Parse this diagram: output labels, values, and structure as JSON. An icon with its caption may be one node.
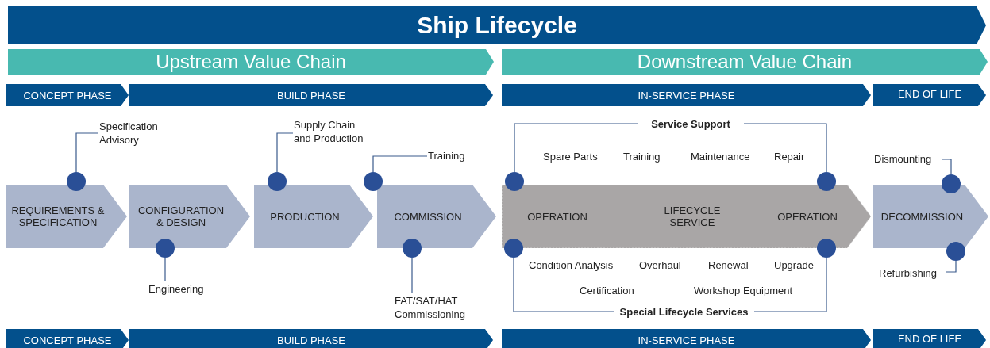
{
  "diagram": {
    "nodes": [
      {
        "text": [
          "Ship Lifecycle"
        ]
      },
      {
        "text": [
          "Upstream Value Chain"
        ]
      },
      {
        "text": [
          "Downstream Value Chain"
        ]
      },
      {
        "text": [
          "CONCEPT PHASE"
        ]
      },
      {
        "text": [
          "BUILD PHASE"
        ]
      },
      {
        "text": [
          "IN-SERVICE PHASE"
        ]
      },
      {
        "text": [
          "END OF LIFE"
        ]
      },
      {
        "text": [
          "Specification Advisory"
        ]
      },
      {
        "text": [
          "Supply Chain and Production"
        ]
      },
      {
        "text": [
          "Training"
        ]
      },
      {
        "text": [
          "Service Support"
        ]
      },
      {
        "text": [
          "Dismounting"
        ]
      },
      {
        "text": [],
        "shape": "circle"
      },
      {
        "text": [],
        "shape": "circle"
      },
      {
        "text": [],
        "shape": "circle"
      },
      {
        "text": [],
        "shape": "circle"
      },
      {
        "text": [],
        "shape": "circle"
      },
      {
        "text": [],
        "shape": "circle"
      },
      {
        "text": [
          "REQUIREMENTS & SPECIFICATION"
        ]
      },
      {
        "text": [
          "CONFIGURATION & DESIGN"
        ]
      },
      {
        "text": [
          "PRODUCTION"
        ]
      },
      {
        "text": [
          "COMMISSION"
        ]
      },
      {
        "text": [
          "OPERATION",
          "LIFECYCLE SERVICE",
          "OPERATION"
        ]
      },
      {
        "text": [
          "DECOMMISSION"
        ]
      },
      {
        "text": [],
        "shape": "circle"
      },
      {
        "text": [],
        "shape": "circle"
      },
      {
        "text": [],
        "shape": "circle"
      },
      {
        "text": [],
        "shape": "circle"
      },
      {
        "text": [],
        "shape": "circle"
      },
      {
        "text": [
          "Engineering"
        ]
      },
      {
        "text": [
          "FAT/SAT/HAT Commissioning"
        ]
      },
      {
        "text": [
          "Special Lifecycle Services"
        ]
      },
      {
        "text": [
          "Refurbishing"
        ]
      },
      {
        "text": [
          "CONCEPT PHASE"
        ]
      },
      {
        "text": [
          "BUILD PHASE"
        ]
      },
      {
        "text": [
          "IN-SERVICE PHASE"
        ]
      },
      {
        "text": [
          "END OF LIFE"
        ]
      }
    ],
    "edges": [
      {
        "from": 7,
        "to": 12,
        "arrow": "none"
      },
      {
        "from": 8,
        "to": 13,
        "arrow": "none"
      },
      {
        "from": 9,
        "to": 14,
        "arrow": "none"
      },
      {
        "from": 10,
        "to": 15,
        "arrow": "none"
      },
      {
        "from": 10,
        "to": 16,
        "arrow": "none"
      },
      {
        "from": 11,
        "to": 17,
        "arrow": "none"
      },
      {
        "from": 24,
        "to": 29,
        "arrow": "none"
      },
      {
        "from": 25,
        "to": 30,
        "arrow": "none"
      },
      {
        "from": 26,
        "to": 31,
        "arrow": "none"
      },
      {
        "from": 27,
        "to": 31,
        "arrow": "none"
      },
      {
        "from": 28,
        "to": 32,
        "arrow": "none"
      }
    ],
    "labels": [
      "Spare Parts",
      "Training",
      "Maintenance",
      "Repair",
      "Condition Analysis",
      "Overhaul",
      "Renewal",
      "Upgrade",
      "Certification",
      "Workshop Equipment"
    ]
  }
}
